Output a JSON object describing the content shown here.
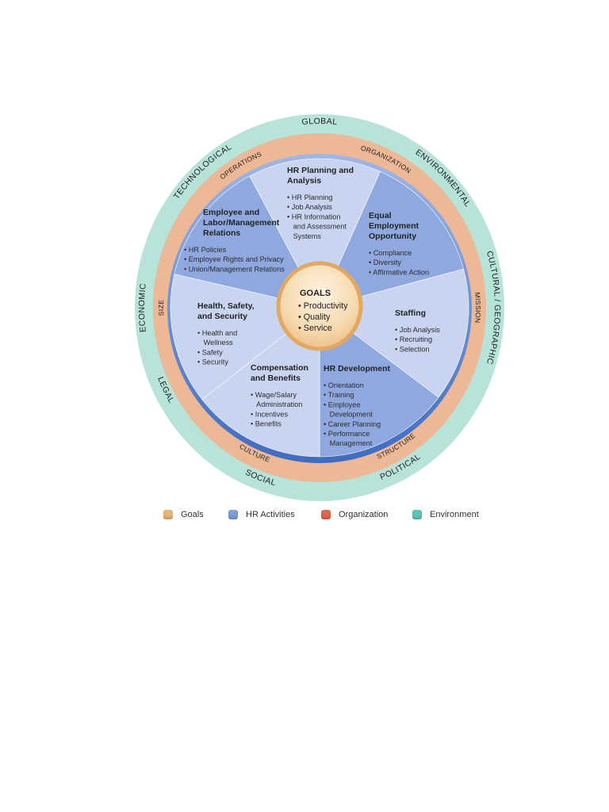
{
  "colors": {
    "goals": "#e8b775",
    "hr_activities_dark": "#8fa9e0",
    "hr_activities_light": "#c9d5f0",
    "organization": "#ecb896",
    "environment": "#b7e3d9",
    "hub_border": "#e2a860",
    "rim": "#5b7fc9"
  },
  "environment_labels": [
    "GLOBAL",
    "ENVIRONMENTAL",
    "CULTURAL / GEOGRAPHIC",
    "POLITICAL",
    "SOCIAL",
    "LEGAL",
    "ECONOMIC",
    "TECHNOLOGICAL"
  ],
  "organization_labels": [
    "ORGANIZATION",
    "MISSION",
    "STRUCTURE",
    "CULTURE",
    "SIZE",
    "OPERATIONS"
  ],
  "goals": {
    "title": "GOALS",
    "items": [
      "• Productivity",
      "• Quality",
      "• Service"
    ]
  },
  "segments": [
    {
      "title": [
        "HR Planning and",
        "Analysis"
      ],
      "items": [
        "• HR Planning",
        "• Job Analysis",
        "• HR Information",
        "   and Assessment",
        "   Systems"
      ]
    },
    {
      "title": [
        "Equal",
        "Employment",
        "Opportunity"
      ],
      "items": [
        "• Compliance",
        "• Diversity",
        "• Affirmative Action"
      ]
    },
    {
      "title": [
        "Staffing"
      ],
      "items": [
        "• Job Analysis",
        "• Recruiting",
        "• Selection"
      ]
    },
    {
      "title": [
        "HR Development"
      ],
      "items": [
        "• Orientation",
        "• Training",
        "• Employee",
        "   Development",
        "• Career Planning",
        "• Performance",
        "   Management"
      ]
    },
    {
      "title": [
        "Compensation",
        "and Benefits"
      ],
      "items": [
        "• Wage/Salary",
        "   Administration",
        "• Incentives",
        "• Benefits"
      ]
    },
    {
      "title": [
        "Health, Safety,",
        "and Security"
      ],
      "items": [
        "• Health and",
        "   Wellness",
        "• Safety",
        "• Security"
      ]
    },
    {
      "title": [
        "Employee and",
        "Labor/Management",
        "Relations"
      ],
      "items": [
        "• HR Policies",
        "• Employee Rights and Privacy",
        "• Union/Management Relations"
      ]
    }
  ],
  "legend": [
    {
      "label": "Goals",
      "color": "#e8b775"
    },
    {
      "label": "HR Activities",
      "color": "#7f9fdc"
    },
    {
      "label": "Organization",
      "color": "#e06a4a"
    },
    {
      "label": "Environment",
      "color": "#5cc7b8"
    }
  ]
}
